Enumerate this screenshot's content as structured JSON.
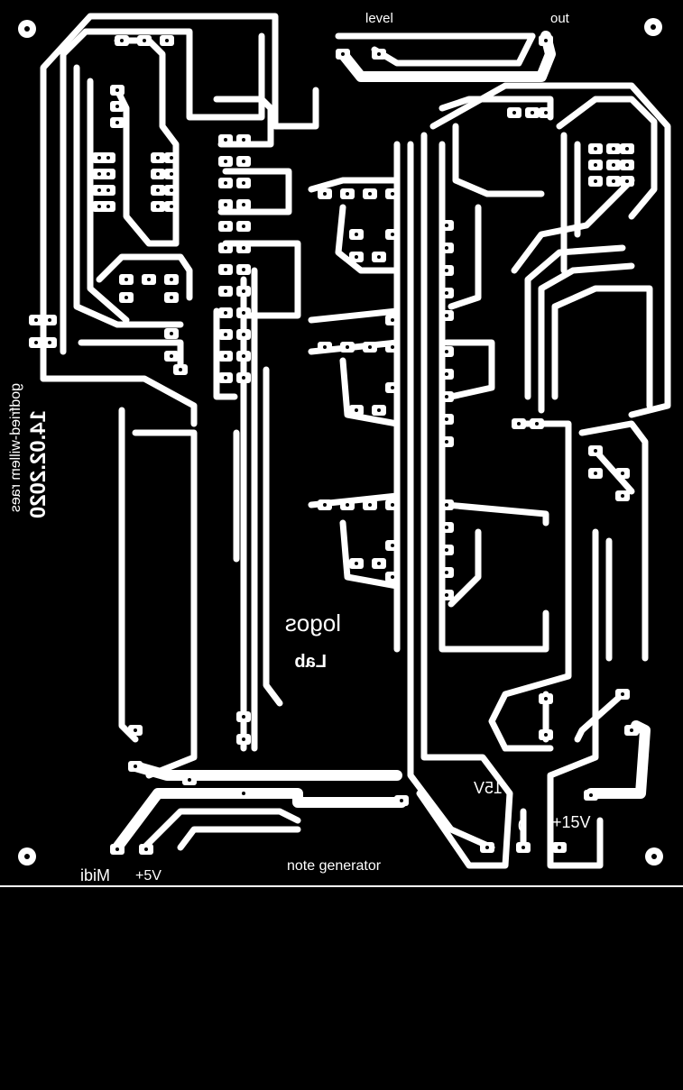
{
  "board": {
    "colors": {
      "background": "#000000",
      "copper": "#ffffff"
    },
    "labels": {
      "level": "level",
      "out": "out",
      "author": "godfried-willem raes",
      "date": "14.02.2020",
      "logo_top": "logos",
      "logo_bottom": "Lab",
      "minus15": "-15V",
      "zero": "0",
      "plus15": "+15V",
      "title": "note generator",
      "midi": "Midi",
      "plus5": "+5V"
    }
  }
}
